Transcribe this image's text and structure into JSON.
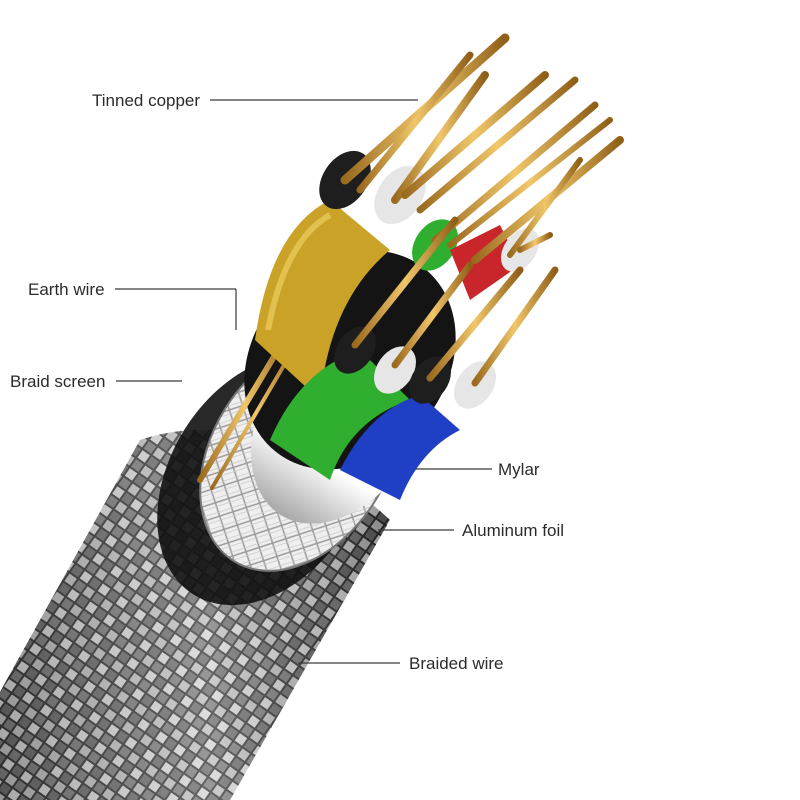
{
  "labels": {
    "tinned_copper": "Tinned copper",
    "earth_wire": "Earth wire",
    "braid_screen": "Braid screen",
    "mylar": "Mylar",
    "aluminum_foil": "Aluminum foil",
    "braided_wire": "Braided wire"
  },
  "colors": {
    "copper": "#d9a441",
    "braid": "#4a4a4a",
    "foil": "#d8d8d8",
    "yellow_core": "#c9a227",
    "green_core": "#2fae2f",
    "blue_core": "#1f3fc4",
    "red_core": "#c8262a",
    "black_core": "#1e1e1e",
    "white_core": "#e6e6e6"
  }
}
